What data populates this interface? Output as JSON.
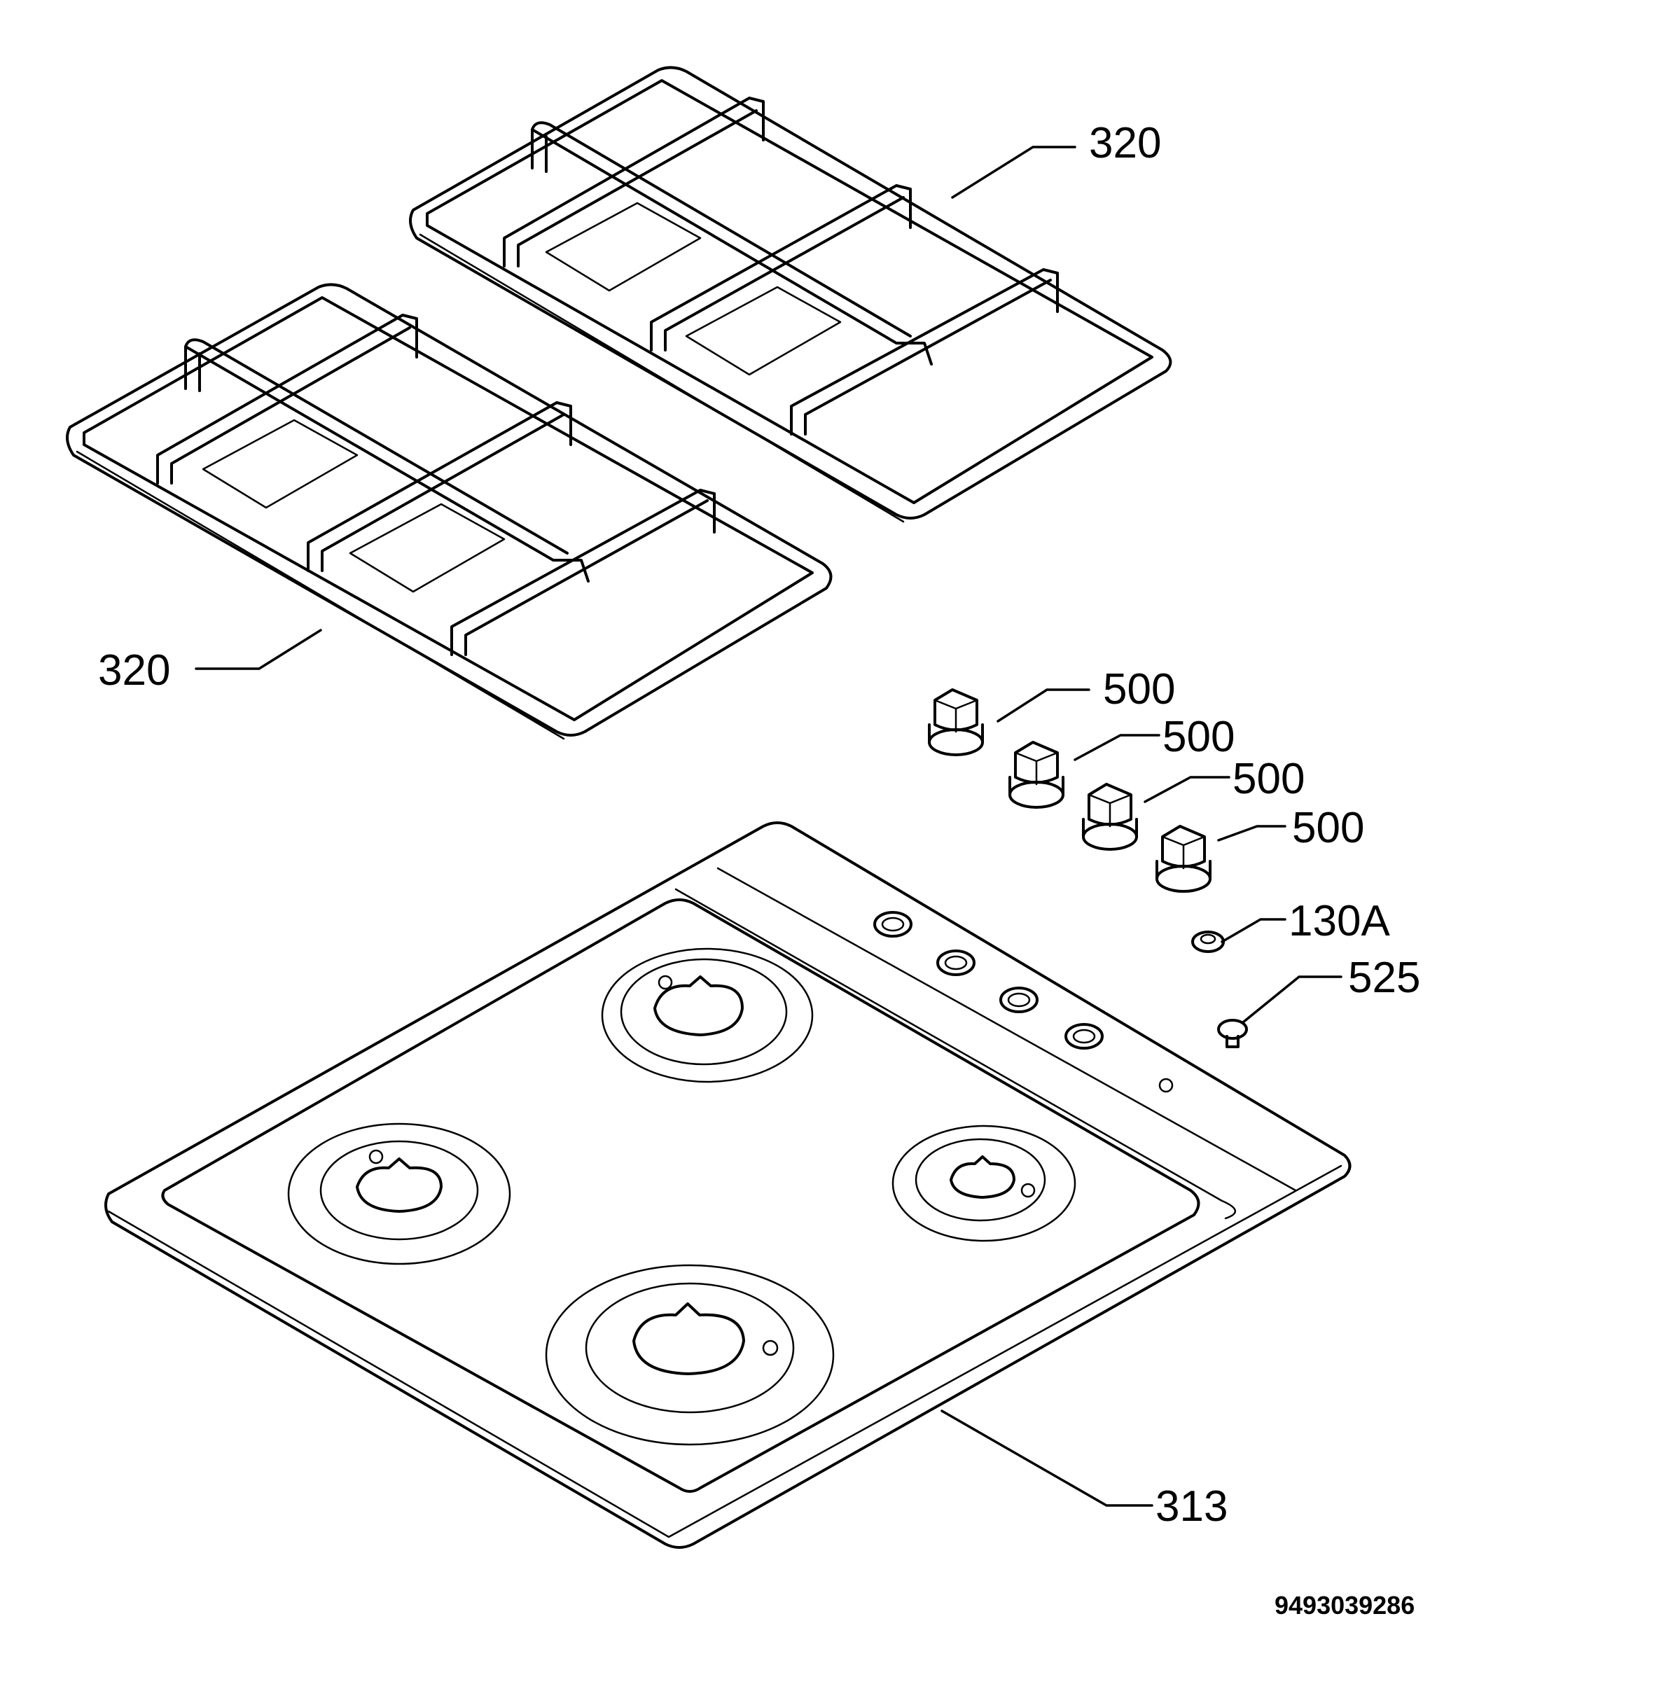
{
  "callouts": {
    "grid_top": "320",
    "grid_left": "320",
    "knob_1": "500",
    "knob_2": "500",
    "knob_3": "500",
    "knob_4": "500",
    "ring": "130A",
    "button": "525",
    "hob": "313"
  },
  "document_number": "9493039286"
}
